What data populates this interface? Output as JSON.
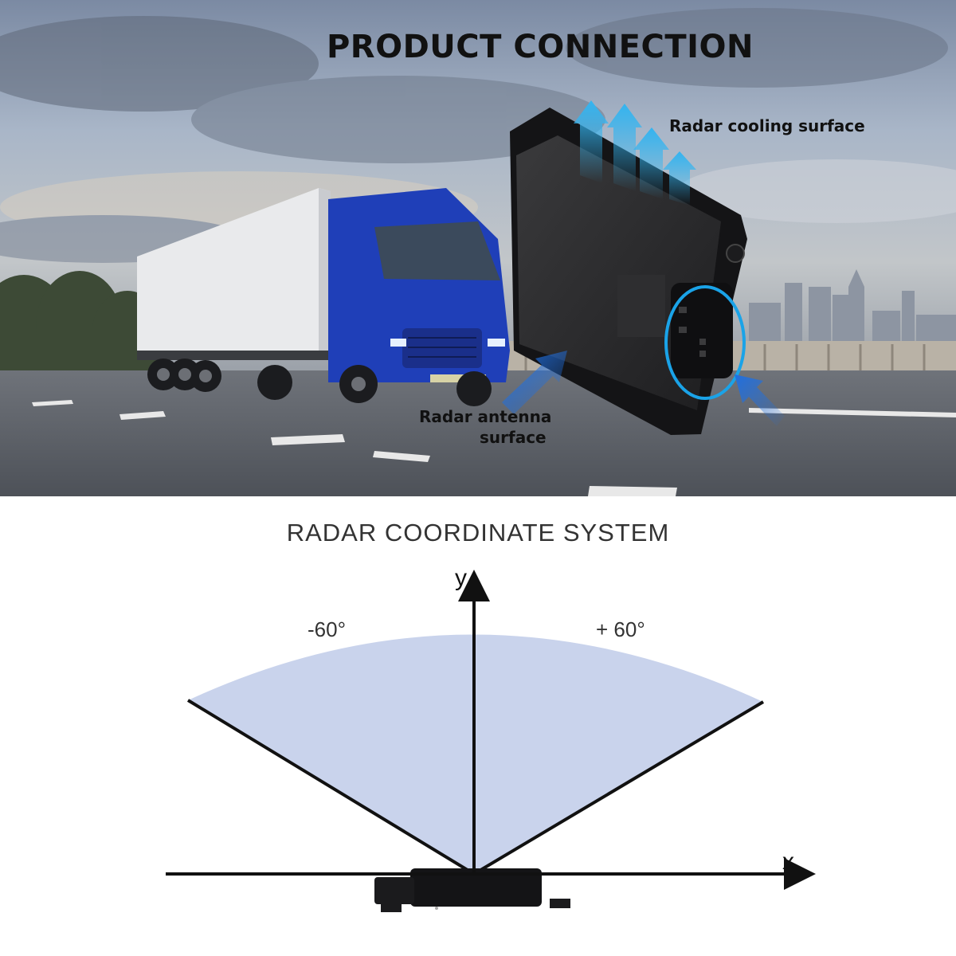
{
  "top": {
    "title": "PRODUCT CONNECTION",
    "labels": {
      "cooling": "Radar cooling surface",
      "antenna_line1": "Radar antenna",
      "antenna_line2": "surface"
    }
  },
  "bottom": {
    "title": "RADAR COORDINATE SYSTEM",
    "angle_left": "-60°",
    "angle_right": "+ 60°",
    "axis_x": "x",
    "axis_y": "y"
  },
  "colors": {
    "sky": "#8fa3bb",
    "truck_cab": "#1f3fb8",
    "radar_body": "#2a2a2a",
    "arrow_blue": "#33b4f0",
    "highlight_ring": "#1aa3e8",
    "fov_fill": "#c9d3ec",
    "axis": "#111111"
  }
}
